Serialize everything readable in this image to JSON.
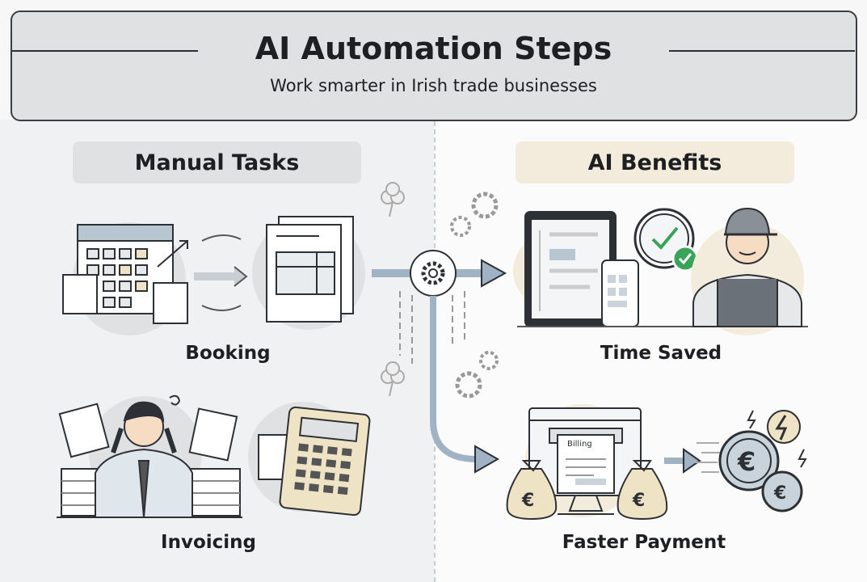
{
  "header": {
    "title": "AI Automation Steps",
    "subtitle": "Work smarter in Irish trade businesses"
  },
  "sections": {
    "manual": {
      "title": "Manual Tasks",
      "items": [
        {
          "label": "Booking"
        },
        {
          "label": "Invoicing"
        }
      ]
    },
    "ai": {
      "title": "AI Benefits",
      "items": [
        {
          "label": "Time Saved"
        },
        {
          "label": "Faster Payment"
        }
      ]
    }
  },
  "illustration": {
    "billing_text": "Billing",
    "currency_symbol": "€"
  },
  "colors": {
    "header_bg": "#dfe1e3",
    "manual_pill": "#dfe1e3",
    "ai_pill": "#f3ecdc",
    "check_green": "#3aa35a",
    "accent_blue": "#9fb3c4"
  }
}
